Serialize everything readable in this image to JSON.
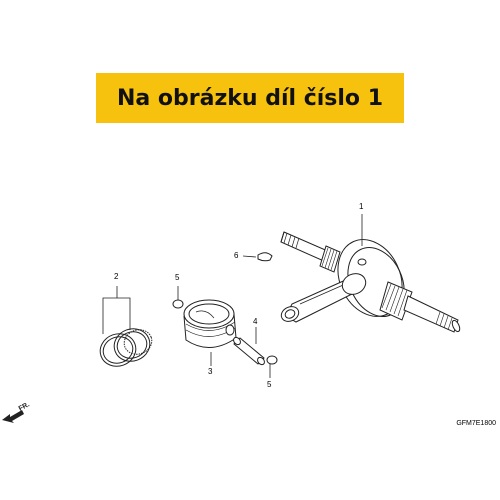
{
  "banner": {
    "text": "Na obrázku díl číslo 1",
    "color": "#f7c20e"
  },
  "callouts": [
    {
      "id": "1",
      "part": "crankshaft"
    },
    {
      "id": "2",
      "part": "piston-rings"
    },
    {
      "id": "3",
      "part": "piston"
    },
    {
      "id": "4",
      "part": "piston-pin"
    },
    {
      "id": "5",
      "part": "pin-clip-left"
    },
    {
      "id": "5",
      "part": "pin-clip-right"
    },
    {
      "id": "6",
      "part": "woodruff-key"
    }
  ],
  "direction_arrow": {
    "label": "FR.",
    "icon": "arrow-front-icon"
  },
  "diagram_code": "GFM7E1800"
}
